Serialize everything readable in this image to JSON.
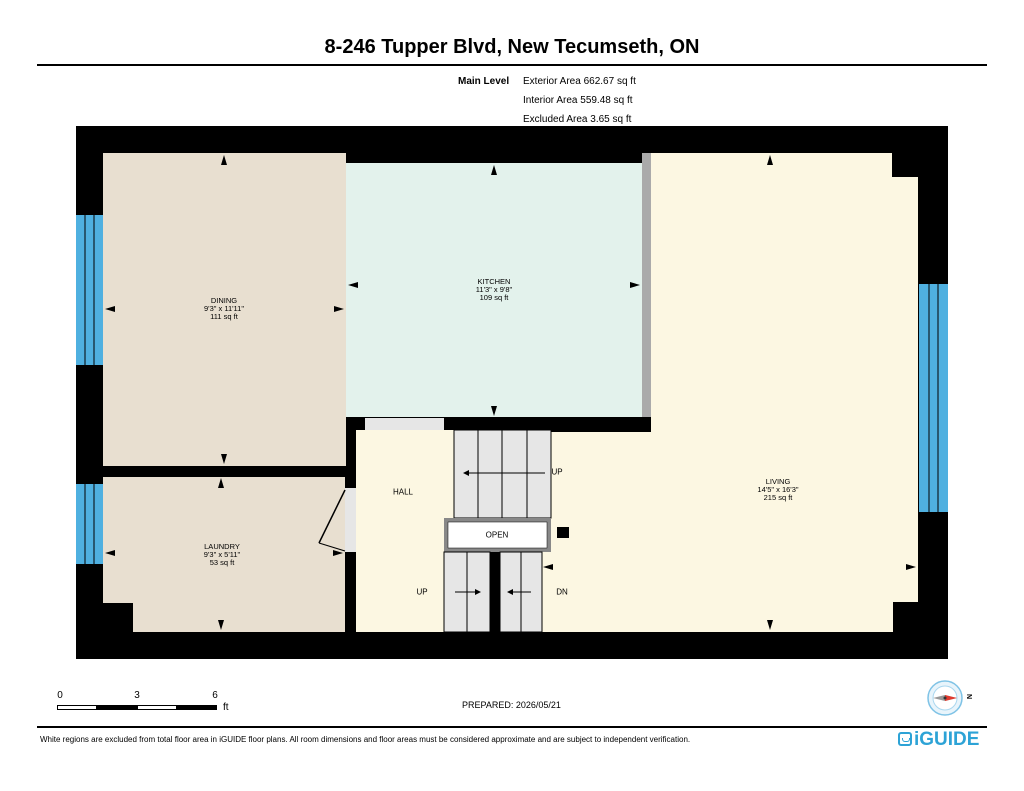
{
  "header": {
    "title": "8-246 Tupper Blvd, New Tecumseth, ON"
  },
  "areas": {
    "level": "Main Level",
    "exterior": "Exterior Area 662.67 sq ft",
    "interior": "Interior Area 559.48 sq ft",
    "excluded": "Excluded Area 3.65 sq ft"
  },
  "rooms": {
    "dining": {
      "name": "DINING",
      "dims": "9'3\" x 11'11\"",
      "area": "111 sq ft"
    },
    "kitchen": {
      "name": "KITCHEN",
      "dims": "11'3\" x 9'8\"",
      "area": "109 sq ft"
    },
    "living": {
      "name": "LIVING",
      "dims": "14'5\" x 16'3\"",
      "area": "215 sq ft"
    },
    "laundry": {
      "name": "LAUNDRY",
      "dims": "9'3\" x 5'11\"",
      "area": "53 sq ft"
    },
    "hall": {
      "name": "HALL"
    }
  },
  "stairs": {
    "up_label_upper": "UP",
    "up_label_lower": "UP",
    "down_label": "DN",
    "open_label": "OPEN"
  },
  "scale": {
    "ticks": [
      "0",
      "3",
      "6"
    ],
    "unit": "ft"
  },
  "footer": {
    "prepared": "PREPARED: 2026/05/21",
    "compass_label": "N",
    "disclaimer": "White regions are excluded from total floor area in iGUIDE floor plans. All room dimensions and floor areas must be considered approximate and are subject to independent verification.",
    "brand": "iGUIDE"
  },
  "colors": {
    "dining": "#e8dfd0",
    "kitchen": "#e3f2ec",
    "living": "#fcf7e2",
    "window": "#4fb0e0",
    "wall": "#000000",
    "brand": "#2da3d6"
  }
}
